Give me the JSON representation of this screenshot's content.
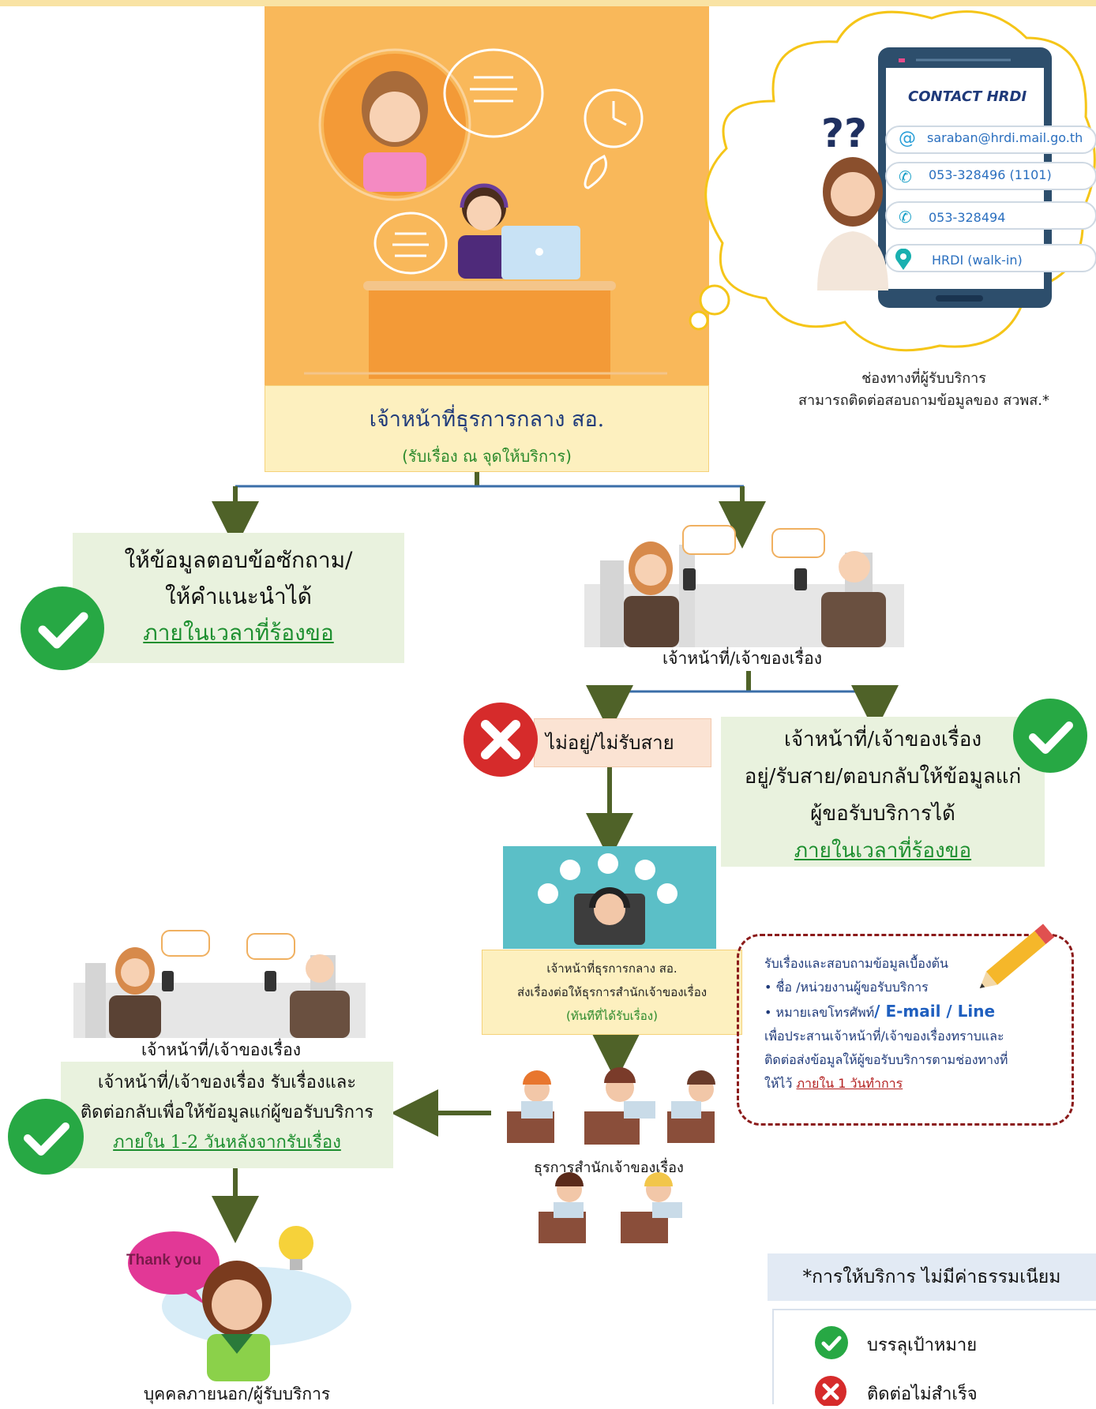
{
  "hero": {
    "title": "เจ้าหน้าที่ธุรการกลาง สอ.",
    "subtitle": "(รับเรื่อง ณ จุดให้บริการ)"
  },
  "contact": {
    "title": "CONTACT HRDI",
    "question_marks": "??",
    "email": "saraban@hrdi.mail.go.th",
    "phone1": "053-328496 (1101)",
    "phone2": "053-328494",
    "walkin": "HRDI (walk-in)",
    "caption_line1": "ช่องทางที่ผู้รับบริการ",
    "caption_line2": "สามารถติดต่อสอบถามข้อมูลของ สวพส.*"
  },
  "box_answer": {
    "line1": "ให้ข้อมูลตอบข้อซักถาม/",
    "line2": "ให้คำแนะนำได้",
    "line3": "ภายในเวลาที่ร้องขอ"
  },
  "owner_caption": "เจ้าหน้าที่/เจ้าของเรื่อง",
  "not_available": "ไม่อยู่/ไม่รับสาย",
  "box_available": {
    "line1": "เจ้าหน้าที่/เจ้าของเรื่อง",
    "line2": "อยู่/รับสาย/ตอบกลับให้ข้อมูลแก่",
    "line3": "ผู้ขอรับบริการได้",
    "line4": "ภายในเวลาที่ร้องขอ"
  },
  "staff_panel": {
    "line1": "เจ้าหน้าที่ธุรการกลาง สอ.",
    "line2": "ส่งเรื่องต่อให้ธุรการสำนักเจ้าของเรื่อง",
    "line3": "(ทันทีที่ได้รับเรื่อง)"
  },
  "note": {
    "line1": "รับเรื่องและสอบถามข้อมูลเบื้องต้น",
    "line2": "• ชื่อ /หน่วยงานผู้ขอรับบริการ",
    "line3_a": "• หมายเลขโทรศัพท์",
    "line3_b": "/ E-mail / Line",
    "line4": "เพื่อประสานเจ้าหน้าที่/เจ้าของเรื่องทราบและ",
    "line5": "ติดต่อส่งข้อมูลให้ผู้ขอรับบริการตามช่องทางที่",
    "line6_a": "ให้ไว้",
    "line6_b": "ภายใน 1 วันทำการ"
  },
  "office_caption": "ธุรการสำนักเจ้าของเรื่อง",
  "owner_caption2": "เจ้าหน้าที่/เจ้าของเรื่อง",
  "box_followup": {
    "line1": "เจ้าหน้าที่/เจ้าของเรื่อง รับเรื่องและ",
    "line2": "ติดต่อกลับเพื่อให้ข้อมูลแก่ผู้ขอรับบริการ",
    "line3": "ภายใน 1-2 วันหลังจากรับเรื่อง"
  },
  "thankyou": "Thank you",
  "customer_caption": "บุคคลภายนอก/ผู้รับบริการ",
  "legend": {
    "header": "*การให้บริการ ไม่มีค่าธรรมเนียม",
    "success": "บรรลุเป้าหมาย",
    "fail": "ติดต่อไม่สำเร็จ"
  },
  "colors": {
    "arrow": "#4f6228",
    "connector": "#3a6ea8",
    "check": "#27a844",
    "cross": "#d62b2b"
  }
}
